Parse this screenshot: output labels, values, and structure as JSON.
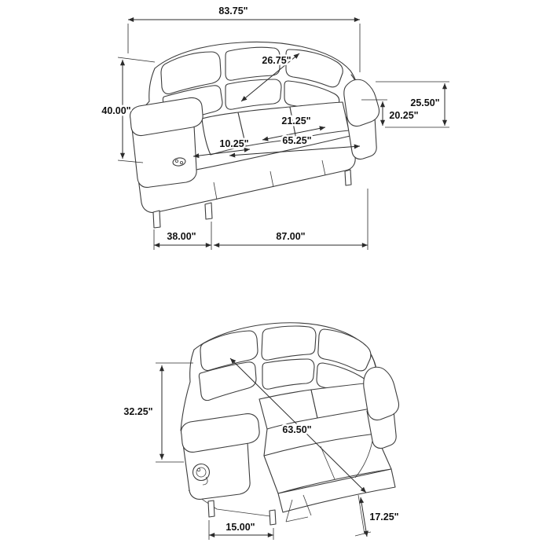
{
  "style": {
    "background": "#ffffff",
    "line_ink": "#3d3d3d",
    "dimension_ink": "#2b2b2b"
  },
  "dims_top": {
    "overall_width": "83.75\"",
    "back_diagonal": "26.75\"",
    "overall_height": "40.00\"",
    "arm_height": "25.50\"",
    "seat_to_arm_height": "20.25\"",
    "seat_depth": "21.25\"",
    "inner_seat_width": "65.25\"",
    "arm_width": "10.25\"",
    "base_depth": "38.00\"",
    "base_width": "87.00\""
  },
  "dims_bottom": {
    "reclined_back_height": "32.25\"",
    "reclined_length": "63.50\"",
    "base_clearance_width": "15.00\"",
    "footrest_height": "17.25\""
  }
}
